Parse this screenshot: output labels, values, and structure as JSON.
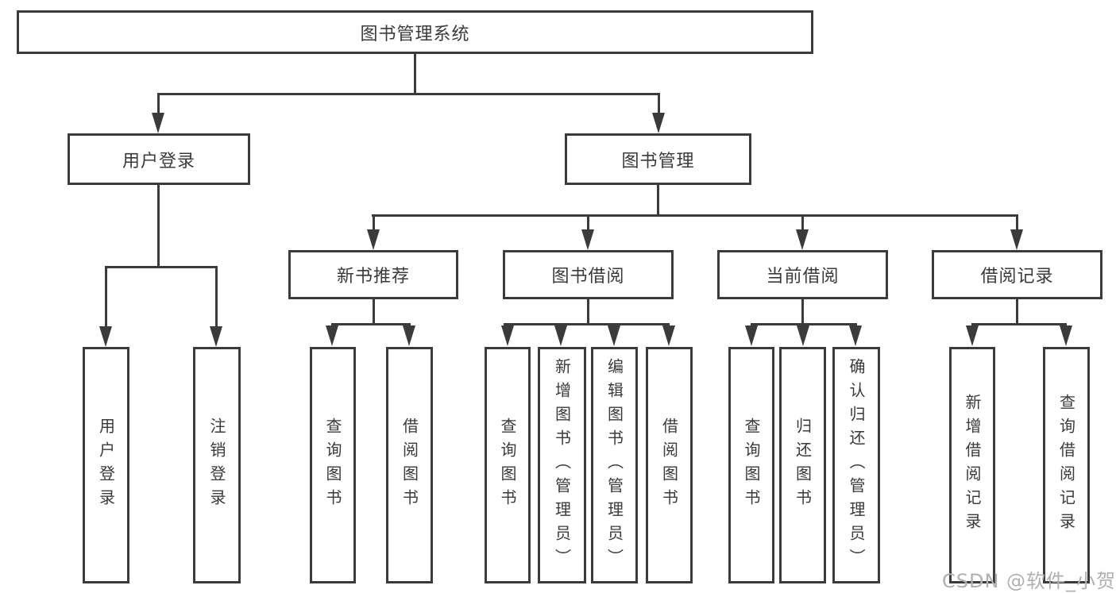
{
  "page": {
    "background": "#ffffff"
  },
  "colors": {
    "line": "#3b3b3b",
    "text": "#3a3a3a",
    "box_background": "#ffffff",
    "watermark": "#b0b0b0"
  },
  "watermark": {
    "text": "CSDN @软件_小贺同学"
  },
  "tree": {
    "root": {
      "label": "图书管理系统"
    },
    "branches": [
      {
        "label": "用户登录",
        "children": [
          {
            "label": "用户登录"
          },
          {
            "label": "注销登录"
          }
        ]
      },
      {
        "label": "图书管理",
        "sections": [
          {
            "label": "新书推荐",
            "children": [
              {
                "label": "查询图书"
              },
              {
                "label": "借阅图书"
              }
            ]
          },
          {
            "label": "图书借阅",
            "children": [
              {
                "label": "查询图书"
              },
              {
                "label": "新增图书（管理员）"
              },
              {
                "label": "编辑图书（管理员）"
              },
              {
                "label": "借阅图书"
              }
            ]
          },
          {
            "label": "当前借阅",
            "children": [
              {
                "label": "查询图书"
              },
              {
                "label": "归还图书"
              },
              {
                "label": "确认归还（管理员）"
              }
            ]
          },
          {
            "label": "借阅记录",
            "children": [
              {
                "label": "新增借阅记录"
              },
              {
                "label": "查询借阅记录"
              }
            ]
          }
        ]
      }
    ]
  }
}
